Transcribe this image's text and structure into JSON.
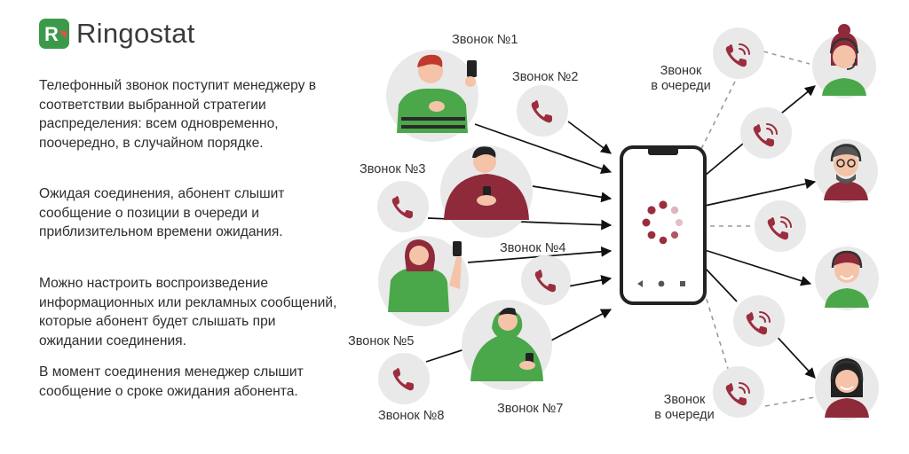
{
  "brand": {
    "name": "Ringostat",
    "color": "#3a9a4a"
  },
  "description": [
    "Телефонный звонок поступит менеджеру в соответствии выбранной стратегии распределения: всем одновременно, поочередно, в случайном порядке.",
    "Ожидая соединения, абонент слышит сообщение о позиции в очереди и приблизительном времени ожидания.",
    "Можно настроить воспроизведение информационных или рекламных сообщений, которые абонент будет слышать при ожидании соединения.",
    "В момент соединения менеджер слышит сообщение о сроке ожидания абонента."
  ],
  "diagram": {
    "calls": [
      "Звонок №1",
      "Звонок №2",
      "Звонок №3",
      "Звонок №4",
      "Звонок №5",
      "Звонок №7",
      "Звонок №8"
    ],
    "queue_label_line1": "Звонок",
    "queue_label_line2": "в очереди"
  },
  "colors": {
    "accent": "#9b2d3f",
    "circle_bg": "#e9e9e9",
    "green_shirt": "#4aa84a",
    "maroon_shirt": "#8e2a3a",
    "arrow": "#111111",
    "dashed": "#9a9a9a"
  }
}
